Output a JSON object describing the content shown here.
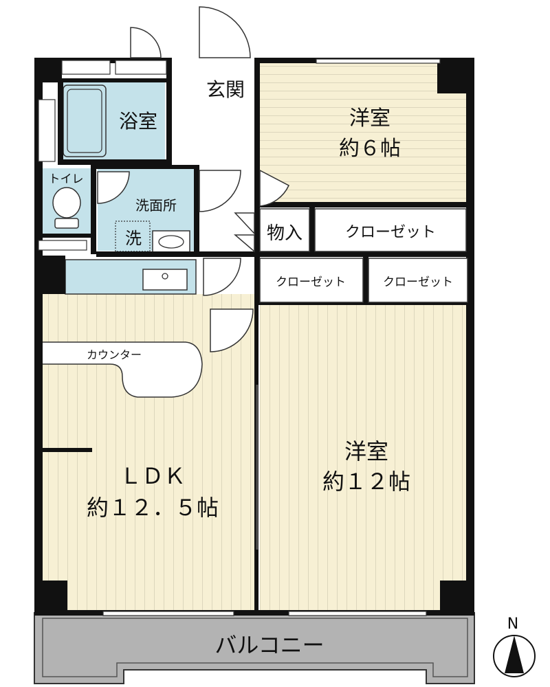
{
  "rooms": {
    "bath": "浴室",
    "entrance": "玄関",
    "western6_name": "洋室",
    "western6_size": "約６帖",
    "toilet": "トイレ",
    "washroom": "洗面所",
    "washer": "洗",
    "storage": "物入",
    "closet_north": "クローゼット",
    "closet_left": "クローゼット",
    "closet_right": "クローゼット",
    "counter": "カウンター",
    "ldk_name": "ＬＤＫ",
    "ldk_size": "約１２．５帖",
    "western12_name": "洋室",
    "western12_size": "約１２帖",
    "balcony": "バルコニー"
  },
  "compass": {
    "north": "N"
  },
  "colors": {
    "wall": "#111111",
    "floor": "#f7f0d4",
    "floor_line": "#c9c4ae",
    "wet": "#c4e2ea",
    "balcony": "#b3b3b3",
    "line": "#333333"
  }
}
